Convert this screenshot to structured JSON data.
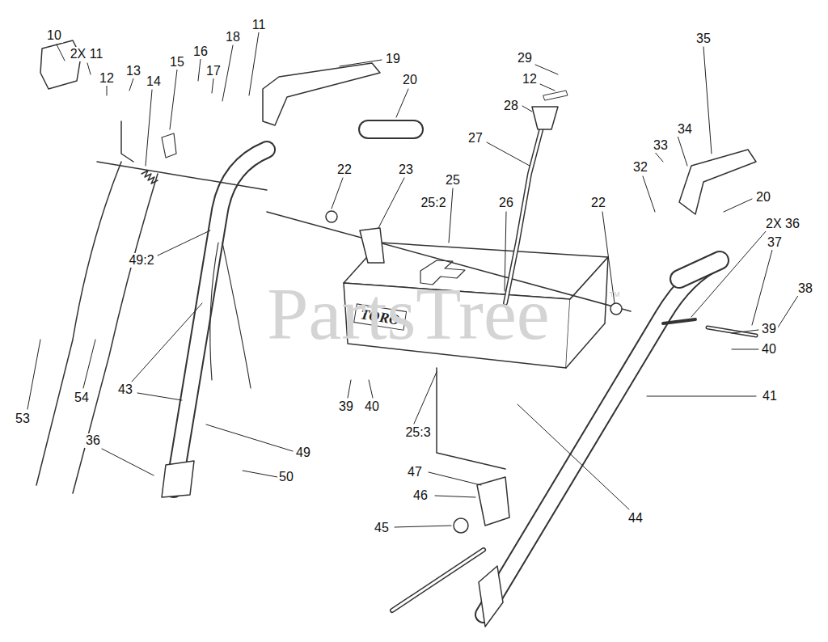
{
  "diagram": {
    "labels": [
      "10",
      "2X 11",
      "12",
      "13",
      "14",
      "15",
      "16",
      "17",
      "18",
      "11",
      "19",
      "20",
      "22",
      "23",
      "25",
      "25:2",
      "26",
      "27",
      "28",
      "12",
      "29",
      "35",
      "34",
      "33",
      "32",
      "22",
      "20",
      "2X 36",
      "37",
      "38",
      "39",
      "40",
      "41",
      "49:2",
      "43",
      "49",
      "36",
      "50",
      "53",
      "54",
      "39",
      "40",
      "25:3",
      "44",
      "47",
      "46",
      "45",
      "TORO",
      "PartsTree",
      "TM"
    ]
  }
}
